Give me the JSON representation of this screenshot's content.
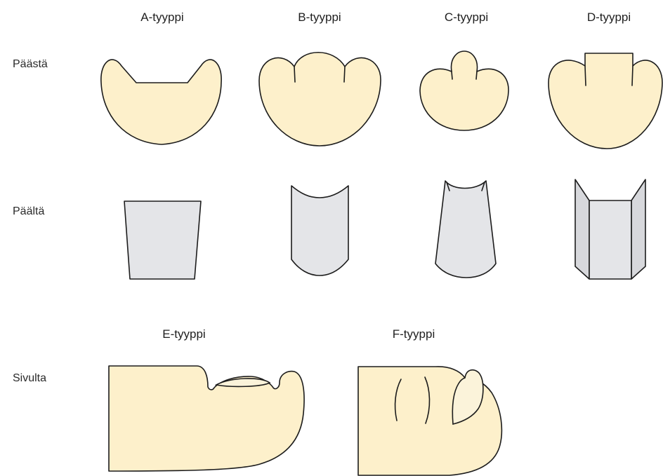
{
  "columns": {
    "a": "A-tyyppi",
    "b": "B-tyyppi",
    "c": "C-tyyppi",
    "d": "D-tyyppi",
    "e": "E-tyyppi",
    "f": "F-tyyppi"
  },
  "rows": {
    "front": "Päästä",
    "top": "Päältä",
    "side": "Sivulta"
  },
  "colors": {
    "nail_skin": "#fdf0cb",
    "nail_plate": "#e4e5e8",
    "outline": "#1c1c1c"
  }
}
